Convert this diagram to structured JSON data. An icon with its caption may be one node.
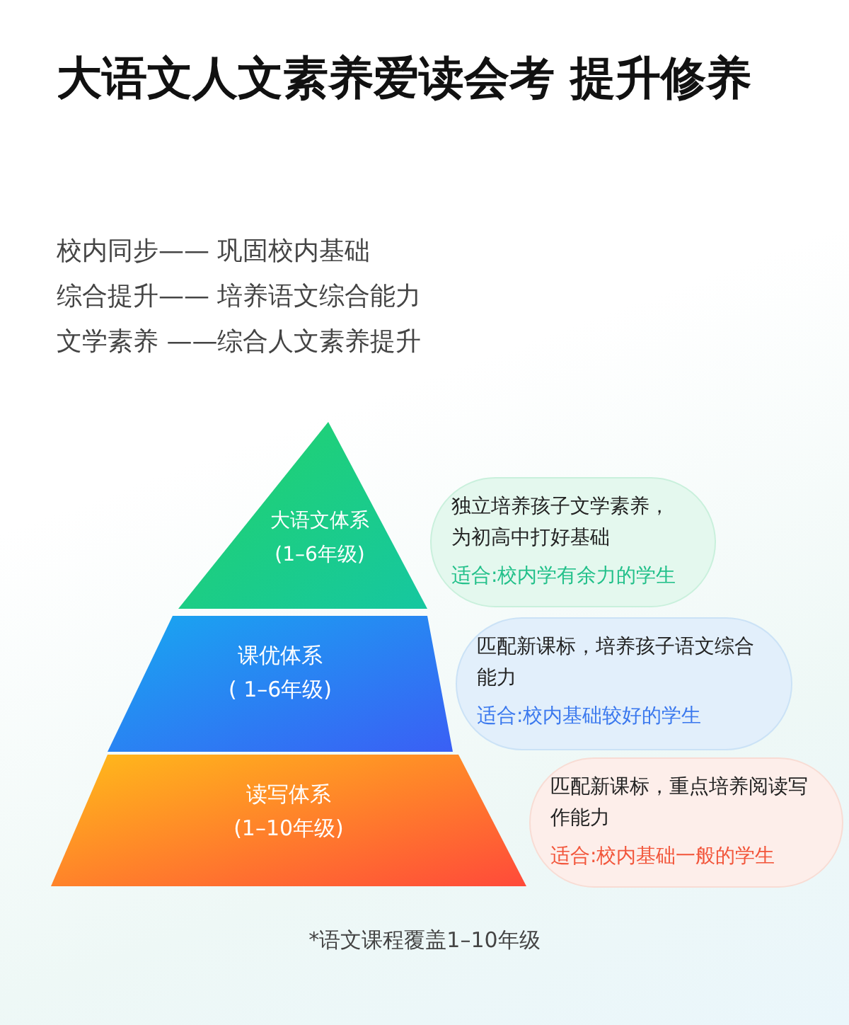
{
  "diagram": {
    "title": "大语文人文素养爱读会考 提升修养",
    "nodes": [
      {
        "text": [
          "大语文体系",
          "(1–6年级)"
        ]
      },
      {
        "text": [
          "独立培养孩子文学素养，为初高中打好基础",
          "适合:校内学有余力的学生"
        ]
      },
      {
        "text": [
          "课优体系",
          "( 1–6年级)"
        ]
      },
      {
        "text": [
          "匹配新课标，培养孩子语文综合能力",
          "适合:校内基础较好的学生"
        ]
      },
      {
        "text": [
          "读写体系",
          "(1–10年级)"
        ]
      },
      {
        "text": [
          "匹配新课标，重点培养阅读写作能力",
          "适合:校内基础一般的学生"
        ]
      }
    ],
    "labels": [
      "校内同步—— 巩固校内基础",
      "综合提升—— 培养语文综合能力",
      "文学素养 ——综合人文素养提升",
      "*语文课程覆盖1–10年级"
    ]
  }
}
